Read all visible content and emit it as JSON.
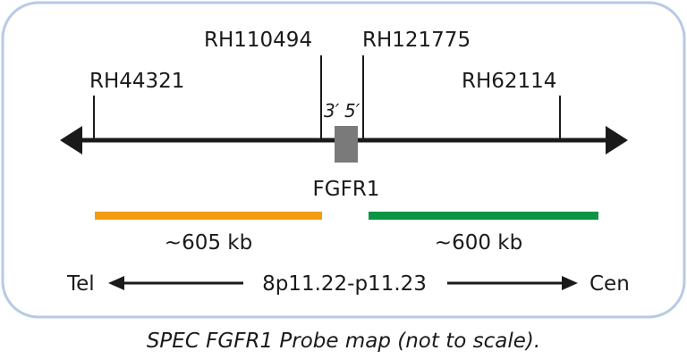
{
  "markers": [
    {
      "label": "RH44321"
    },
    {
      "label": "RH110494"
    },
    {
      "label": "RH121775"
    },
    {
      "label": "RH62114"
    }
  ],
  "gene": {
    "label": "FGFR1",
    "end_3": "3′",
    "end_5": "5′",
    "color": "#7a7a7a"
  },
  "probes": [
    {
      "size": "~605 kb",
      "color": "#f39c12"
    },
    {
      "size": "~600 kb",
      "color": "#0b9444"
    }
  ],
  "orientation": {
    "left": "Tel",
    "region": "8p11.22-p11.23",
    "right": "Cen"
  },
  "caption": "SPEC FGFR1 Probe map (not to scale).",
  "colors": {
    "frame": "#b6cbe6",
    "line": "#1a1a1a"
  }
}
